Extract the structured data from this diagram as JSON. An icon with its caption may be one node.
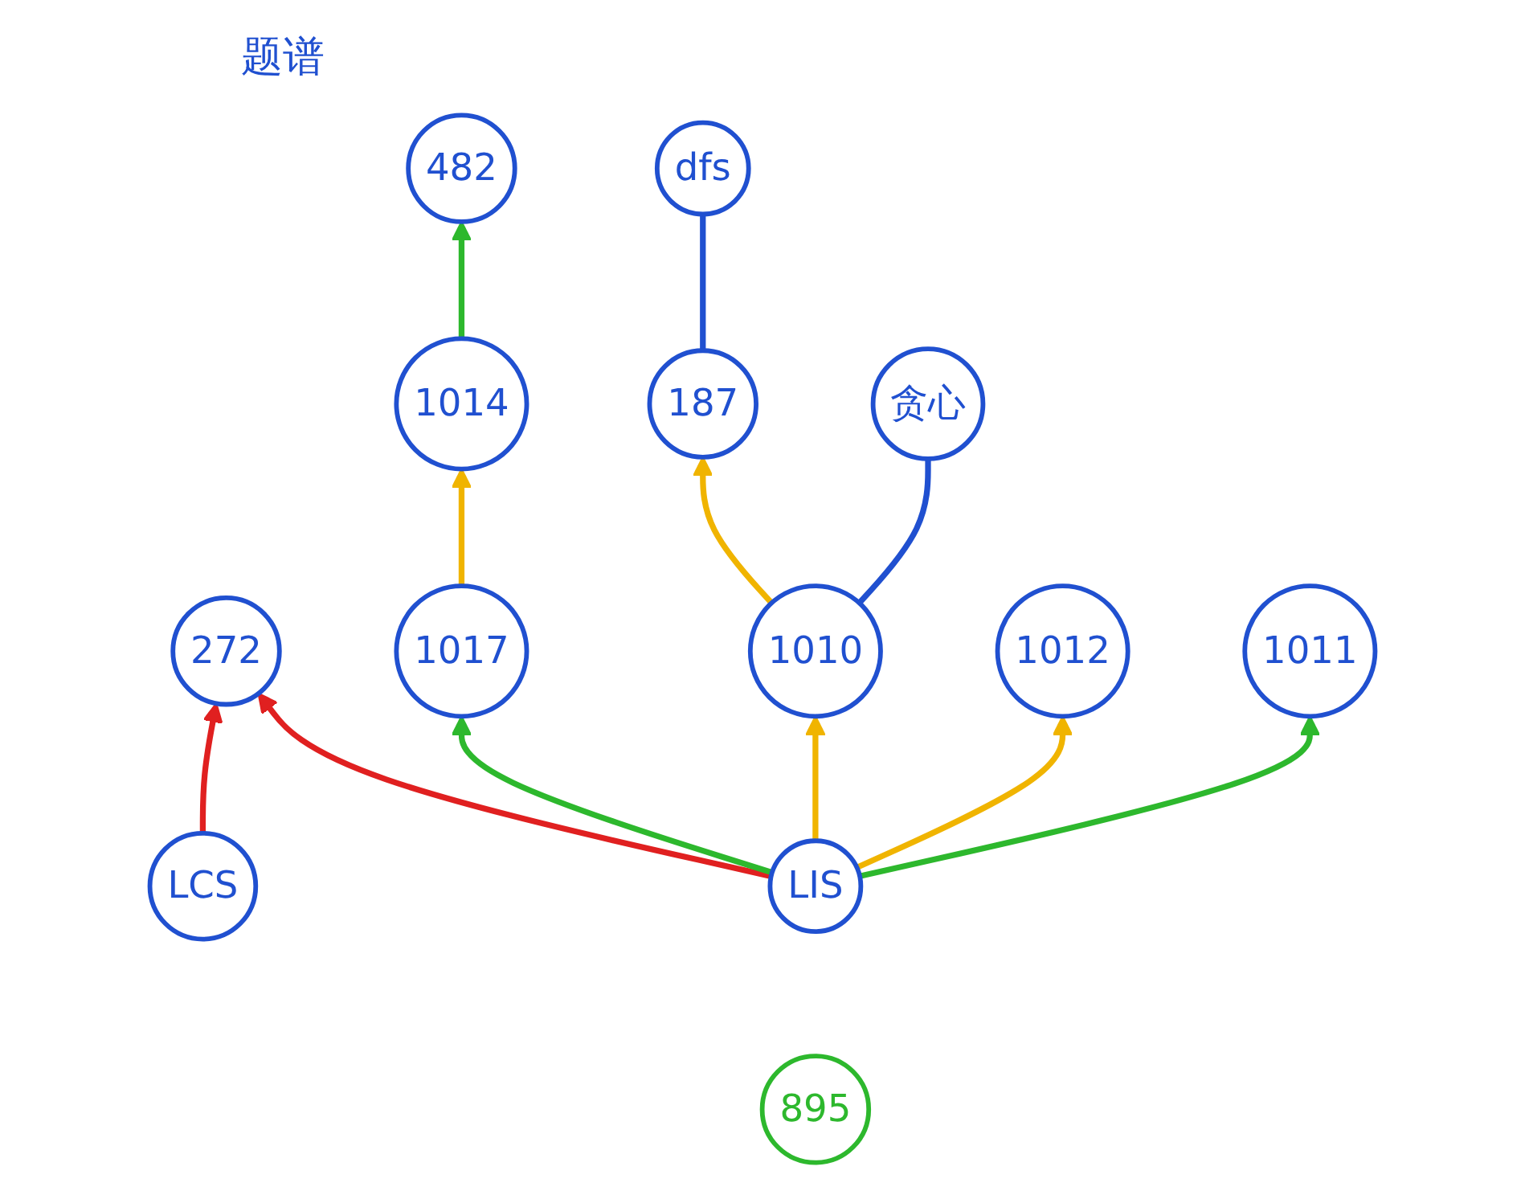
{
  "diagram": {
    "title": "题谱",
    "nodes": [
      {
        "text": [
          "272"
        ]
      },
      {
        "text": [
          "187"
        ]
      },
      {
        "text": [
          "482"
        ]
      },
      {
        "text": [
          "1010"
        ]
      },
      {
        "text": [
          "dfs"
        ]
      },
      {
        "text": [
          "LCS"
        ]
      },
      {
        "text": [
          "1014"
        ]
      },
      {
        "text": [
          "1017"
        ]
      },
      {
        "text": [
          "1012"
        ]
      },
      {
        "text": [
          "1011"
        ]
      },
      {
        "text": [
          "贪心"
        ]
      },
      {
        "text": [
          "LIS"
        ]
      },
      {
        "text": [
          "895"
        ]
      }
    ],
    "edges": [
      {
        "from": 5,
        "to": 0,
        "arrow": "to",
        "color": "#e02020"
      },
      {
        "from": 11,
        "to": 0,
        "arrow": "to",
        "color": "#e02020"
      },
      {
        "from": 6,
        "to": 2,
        "arrow": "to",
        "color": "#2db82d"
      },
      {
        "from": 7,
        "to": 6,
        "arrow": "to",
        "color": "#f0b400"
      },
      {
        "from": 11,
        "to": 7,
        "arrow": "to",
        "color": "#2db82d"
      },
      {
        "from": 11,
        "to": 3,
        "arrow": "to",
        "color": "#f0b400"
      },
      {
        "from": 11,
        "to": 8,
        "arrow": "to",
        "color": "#f0b400"
      },
      {
        "from": 11,
        "to": 9,
        "arrow": "to",
        "color": "#2db82d"
      },
      {
        "from": 3,
        "to": 1,
        "arrow": "to",
        "color": "#f0b400"
      },
      {
        "from": 1,
        "to": 4,
        "arrow": "none",
        "color": "#2050d0"
      },
      {
        "from": 3,
        "to": 10,
        "arrow": "none",
        "color": "#2050d0"
      }
    ]
  }
}
